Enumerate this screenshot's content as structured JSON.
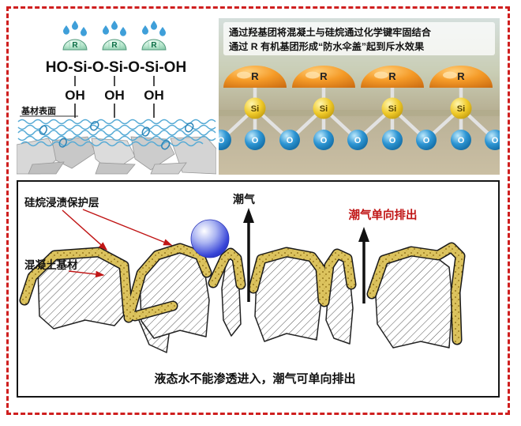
{
  "frame": {
    "border_color": "#cf1f1f"
  },
  "top_left": {
    "formula": "HO-Si-O-Si-O-Si-OH",
    "r_labels": [
      "R",
      "R",
      "R"
    ],
    "oh_labels": [
      "OH",
      "OH",
      "OH"
    ],
    "surface_label": "基材表面",
    "gel_color": "#55aad5"
  },
  "top_right": {
    "caption_line1": "通过羟基团将混凝土与硅烷通过化学键牢固结合",
    "caption_line2": "通过 R 有机基团形成“防水伞盖”起到斥水效果",
    "r_labels": [
      "R",
      "R",
      "R",
      "R"
    ],
    "si_labels": [
      "Si",
      "Si",
      "Si",
      "Si"
    ],
    "o_labels": [
      "O",
      "O",
      "O",
      "O",
      "O",
      "O",
      "O",
      "O",
      "O"
    ],
    "dome_color": "#f59b28",
    "si_color": "#f0ca2a",
    "o_color": "#2e96d4"
  },
  "bottom": {
    "protective_layer_label": "硅烷浸渍保护层",
    "substrate_label": "混凝土基材",
    "moisture_label": "潮气",
    "moisture_out_label": "潮气单向排出",
    "caption": "液态水不能渗透进入，潮气可单向排出",
    "accent_red": "#c01515",
    "coating_color": "#dcc35e"
  }
}
